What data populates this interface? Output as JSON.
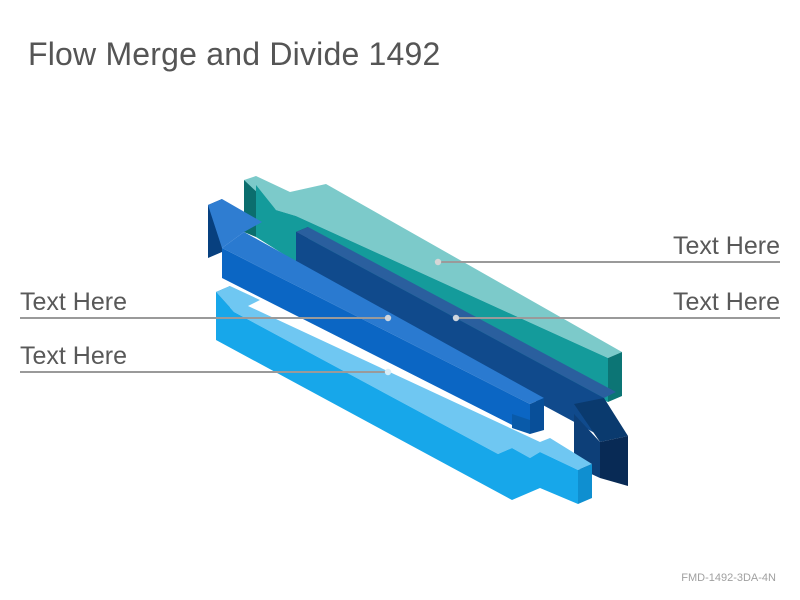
{
  "title": "Flow Merge and Divide 1492",
  "labels": {
    "right_top": "Text Here",
    "right_bottom": "Text Here",
    "left_top": "Text Here",
    "left_bottom": "Text Here"
  },
  "footer_code": "FMD-1492-3DA-4N",
  "colors": {
    "teal": "#119b9b",
    "navy": "#0f4a8a",
    "royal": "#0b66c4",
    "sky": "#17a7ea",
    "leader": "#9a9a9a",
    "text": "#595959"
  }
}
